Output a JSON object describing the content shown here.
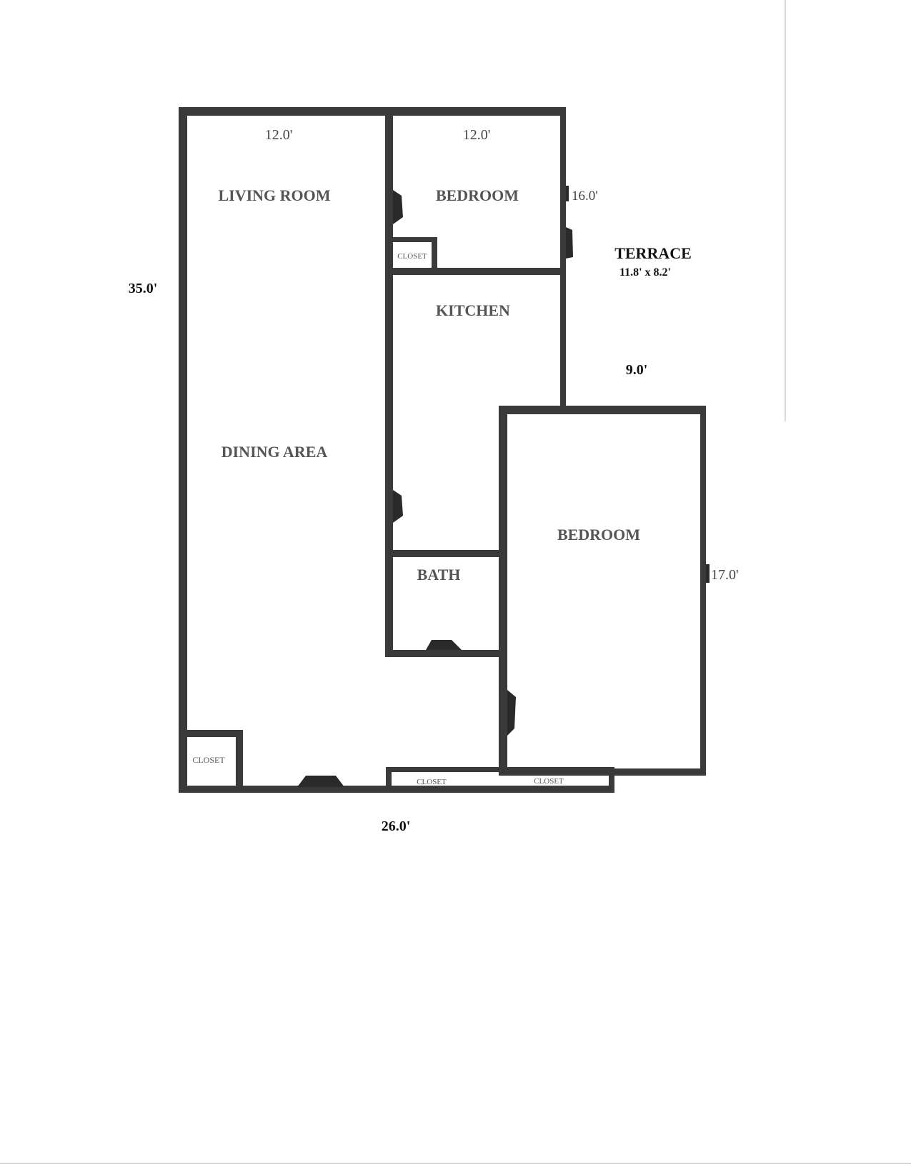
{
  "floor_plan": {
    "rooms": {
      "living_room": "LIVING ROOM",
      "bedroom_1": "BEDROOM",
      "closet_1": "CLOSET",
      "kitchen": "KITCHEN",
      "dining_area": "DINING AREA",
      "bedroom_2": "BEDROOM",
      "bath": "BATH",
      "closet_2": "CLOSET",
      "closet_3": "CLOSET",
      "closet_4": "CLOSET"
    },
    "terrace": {
      "label": "TERRACE",
      "size": "11.8' x 8.2'"
    },
    "dimensions": {
      "living_room_width": "12.0'",
      "bedroom_1_width": "12.0'",
      "bedroom_1_depth": "16.0'",
      "overall_depth": "35.0'",
      "terrace_depth": "9.0'",
      "bedroom_2_depth": "17.0'",
      "overall_width": "26.0'"
    },
    "colors": {
      "wall": "#3a3a3a",
      "room_label": "#555555",
      "background": "#ffffff"
    }
  }
}
